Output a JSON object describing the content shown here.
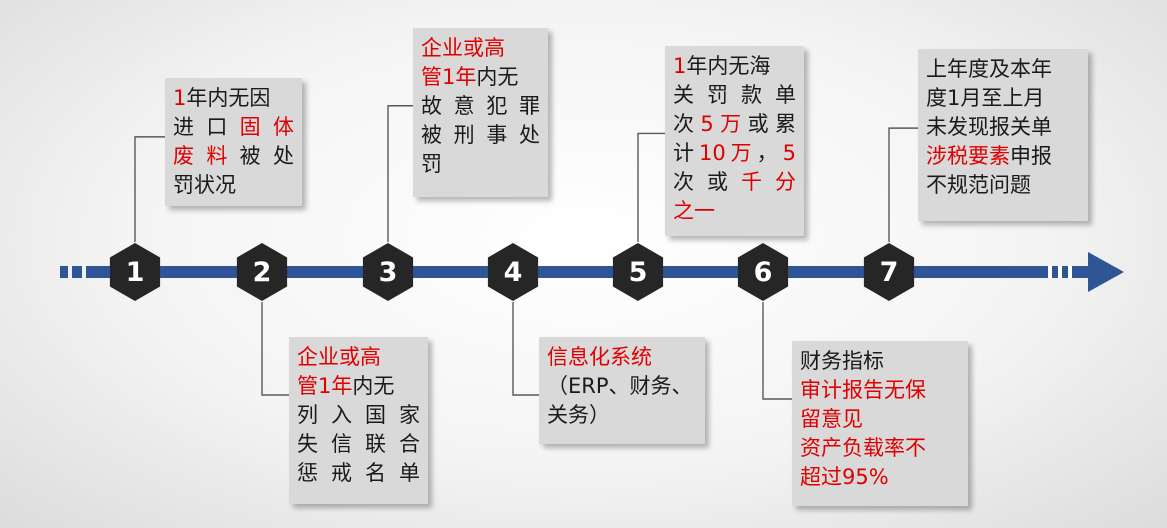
{
  "milestones": [
    {
      "number": "1",
      "position": "top",
      "box": {
        "lines": [
          [
            {
              "t": "1",
              "r": true
            },
            {
              "t": "年内无因",
              "r": false
            }
          ],
          [
            {
              "t": "进口",
              "r": false
            },
            {
              "t": "固体",
              "r": true
            }
          ],
          [
            {
              "t": "废料",
              "r": true
            },
            {
              "t": "被处",
              "r": false
            }
          ],
          [
            {
              "t": "罚状况",
              "r": false
            }
          ]
        ]
      }
    },
    {
      "number": "2",
      "position": "bottom",
      "box": {
        "lines": [
          [
            {
              "t": "企业或高",
              "r": true
            }
          ],
          [
            {
              "t": "管1年",
              "r": true
            },
            {
              "t": "内无",
              "r": false
            }
          ],
          [
            {
              "t": "列入国家",
              "r": false
            }
          ],
          [
            {
              "t": "失信联合",
              "r": false
            }
          ],
          [
            {
              "t": "惩戒名单",
              "r": false
            }
          ]
        ]
      }
    },
    {
      "number": "3",
      "position": "top",
      "box": {
        "lines": [
          [
            {
              "t": "企业或高",
              "r": true
            }
          ],
          [
            {
              "t": "管1年",
              "r": true
            },
            {
              "t": "内无",
              "r": false
            }
          ],
          [
            {
              "t": "故意犯罪",
              "r": false
            }
          ],
          [
            {
              "t": "被刑事处",
              "r": false
            }
          ],
          [
            {
              "t": "罚",
              "r": false
            }
          ]
        ]
      }
    },
    {
      "number": "4",
      "position": "bottom",
      "box": {
        "lines": [
          [
            {
              "t": "信息化系统",
              "r": true
            }
          ],
          [
            {
              "t": "（ERP、财务、",
              "r": false
            }
          ],
          [
            {
              "t": "关务）",
              "r": false
            }
          ]
        ]
      }
    },
    {
      "number": "5",
      "position": "top",
      "box": {
        "lines": [
          [
            {
              "t": "1",
              "r": true
            },
            {
              "t": "年内无海",
              "r": false
            }
          ],
          [
            {
              "t": "关罚款单",
              "r": false
            }
          ],
          [
            {
              "t": "次",
              "r": false
            },
            {
              "t": "5万",
              "r": true
            },
            {
              "t": "或累",
              "r": false
            }
          ],
          [
            {
              "t": "计",
              "r": false
            },
            {
              "t": "10万",
              "r": true
            },
            {
              "t": "，",
              "r": false
            },
            {
              "t": "5",
              "r": true
            }
          ],
          [
            {
              "t": "次或",
              "r": false
            },
            {
              "t": "千分",
              "r": true
            }
          ],
          [
            {
              "t": "之一",
              "r": true
            }
          ]
        ]
      }
    },
    {
      "number": "6",
      "position": "bottom",
      "box": {
        "lines": [
          [
            {
              "t": "财务指标",
              "r": false
            }
          ],
          [
            {
              "t": "审计报告无保",
              "r": true
            }
          ],
          [
            {
              "t": "留意见",
              "r": true
            }
          ],
          [
            {
              "t": "资产负载率不",
              "r": true
            }
          ],
          [
            {
              "t": "超过95%",
              "r": true
            }
          ]
        ]
      }
    },
    {
      "number": "7",
      "position": "top",
      "box": {
        "lines": [
          [
            {
              "t": "上年度及本年",
              "r": false
            }
          ],
          [
            {
              "t": "度1月至上月",
              "r": false
            }
          ],
          [
            {
              "t": "未发现报关单",
              "r": false
            }
          ],
          [
            {
              "t": "涉税要素",
              "r": true
            },
            {
              "t": "申报",
              "r": false
            }
          ],
          [
            {
              "t": "不规范问题",
              "r": false
            }
          ]
        ]
      }
    }
  ],
  "colors": {
    "timeline": "#2f5597",
    "hexagon": "#262626",
    "highlight": "#e00000",
    "box": "#d9d9d9"
  }
}
